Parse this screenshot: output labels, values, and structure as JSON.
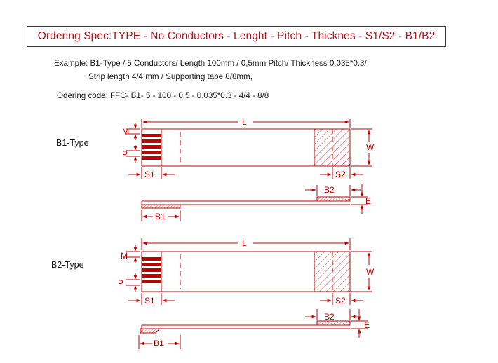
{
  "title": "Ordering Spec:TYPE - No Conductors - Lenght - Pitch - Thicknes - S1/S2 - B1/B2",
  "example": {
    "line1": "Example: B1-Type / 5 Conductors/ Length 100mm / 0,5mm Pitch/ Thickness 0.035*0.3/",
    "line2": "Strip length 4/4 mm  / Supporting tape  8/8mm,",
    "code": "Odering code: FFC-  B1- 5 - 100 - 0.5 - 0.035*0.3 - 4/4 - 8/8"
  },
  "types": [
    {
      "label": "B1-Type"
    },
    {
      "label": "B2-Type"
    }
  ],
  "dimension_labels": {
    "length": "L",
    "width": "W",
    "margin": "M",
    "pitch": "P",
    "strip1": "S1",
    "strip2": "S2",
    "tape1": "B1",
    "tape2": "B2",
    "thickness": "E"
  },
  "colors": {
    "title": "#b3131b",
    "drawing": "#c00000",
    "text": "#1a1a1a"
  }
}
